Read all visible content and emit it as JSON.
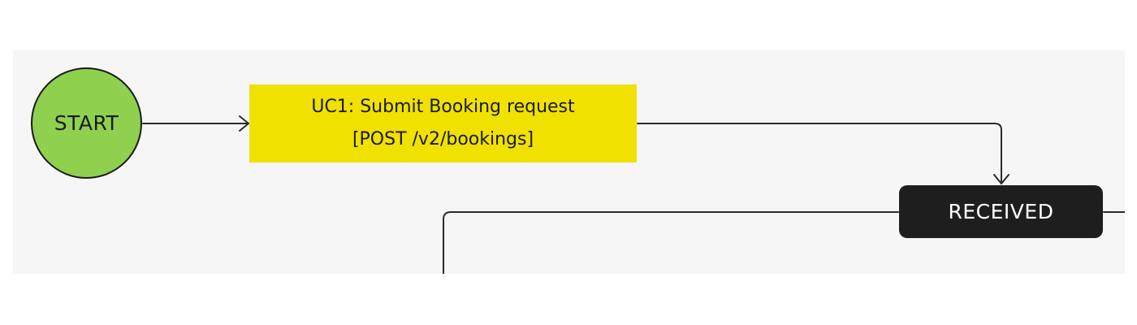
{
  "diagram": {
    "nodes": {
      "start": {
        "label": "START",
        "color": "#8fd14f"
      },
      "use_case": {
        "line1": "UC1: Submit Booking request",
        "line2": "[POST /v2/bookings]",
        "color": "#f0e100"
      },
      "received": {
        "label": "RECEIVED",
        "color": "#1e1e1e"
      }
    },
    "edges": [
      {
        "from": "START",
        "to": "UC1: Submit Booking request",
        "arrow": true
      },
      {
        "from": "UC1: Submit Booking request",
        "to": "RECEIVED",
        "arrow": true
      },
      {
        "from": "RECEIVED",
        "to": "(off-canvas, continues down)",
        "arrow": false
      },
      {
        "from": "RECEIVED",
        "to": "(off-canvas, continues right)",
        "arrow": false
      }
    ]
  }
}
